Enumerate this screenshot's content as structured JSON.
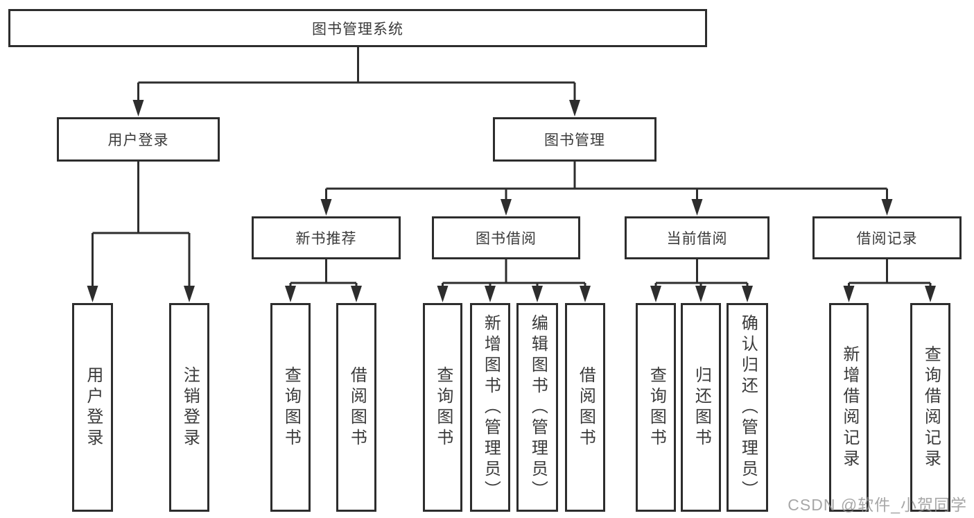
{
  "diagram": {
    "type": "hierarchy-tree",
    "root": {
      "label": "图书管理系统"
    },
    "level2": [
      {
        "label": "用户登录",
        "parent": "图书管理系统"
      },
      {
        "label": "图书管理",
        "parent": "图书管理系统"
      }
    ],
    "level3": [
      {
        "label": "新书推荐",
        "parent": "图书管理"
      },
      {
        "label": "图书借阅",
        "parent": "图书管理"
      },
      {
        "label": "当前借阅",
        "parent": "图书管理"
      },
      {
        "label": "借阅记录",
        "parent": "图书管理"
      }
    ],
    "leaves": [
      {
        "label": "用户登录",
        "parent": "用户登录"
      },
      {
        "label": "注销登录",
        "parent": "用户登录"
      },
      {
        "label": "查询图书",
        "parent": "新书推荐"
      },
      {
        "label": "借阅图书",
        "parent": "新书推荐"
      },
      {
        "label": "查询图书",
        "parent": "图书借阅"
      },
      {
        "label": "新增图书（管理员）",
        "parent": "图书借阅"
      },
      {
        "label": "编辑图书（管理员）",
        "parent": "图书借阅"
      },
      {
        "label": "借阅图书",
        "parent": "图书借阅"
      },
      {
        "label": "查询图书",
        "parent": "当前借阅"
      },
      {
        "label": "归还图书",
        "parent": "当前借阅"
      },
      {
        "label": "确认归还（管理员）",
        "parent": "当前借阅"
      },
      {
        "label": "新增借阅记录",
        "parent": "借阅记录"
      },
      {
        "label": "查询借阅记录",
        "parent": "借阅记录"
      }
    ],
    "colors": {
      "line": "#2d2d2d",
      "text": "#3a3a3a",
      "background": "#ffffff",
      "watermark_gray": "#919191"
    }
  },
  "watermark": {
    "text": "CSDN @软件_小贺同学"
  }
}
